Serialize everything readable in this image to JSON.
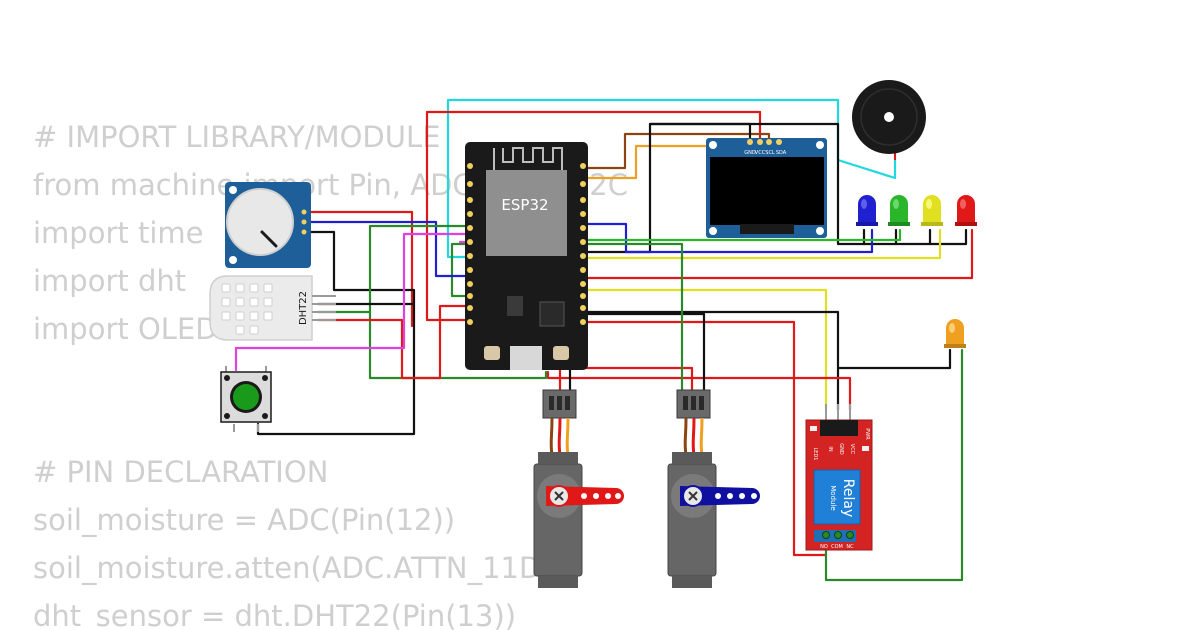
{
  "code": {
    "top_lines": [
      "# IMPORT LIBRARY/MODULE",
      "from machine import Pin, ADC, PWM, I2C",
      "import time",
      "import dht",
      "import OLED"
    ],
    "bottom_lines": [
      "# PIN DECLARATION",
      "soil_moisture = ADC(Pin(12))",
      "soil_moisture.atten(ADC.ATTN_11DB)",
      "dht_sensor = dht.DHT22(Pin(13))"
    ]
  },
  "components": {
    "esp32": {
      "label": "ESP32"
    },
    "oled": {
      "pin_labels": [
        "GND",
        "VCC",
        "SCL",
        "SDA"
      ]
    },
    "dht22": {
      "label": "DHT22"
    },
    "relay": {
      "title": "Relay",
      "subtitle": "Module",
      "pin_labels": [
        "IN",
        "GND",
        "VCC"
      ],
      "led_label": "LED1",
      "power_label": "PWR",
      "terminal_labels": [
        "NO",
        "COM",
        "NC"
      ]
    }
  },
  "colors": {
    "board_dark": "#1a1a1a",
    "pcb_blue": "#1f5f99",
    "relay_red": "#d32323",
    "led_blue": "#2020d0",
    "led_green": "#2ab52a",
    "led_yellow": "#e0e020",
    "led_red": "#e01818",
    "led_amber": "#f0a020",
    "servo_horn_red": "#e01818",
    "servo_horn_blue": "#1010a0"
  }
}
